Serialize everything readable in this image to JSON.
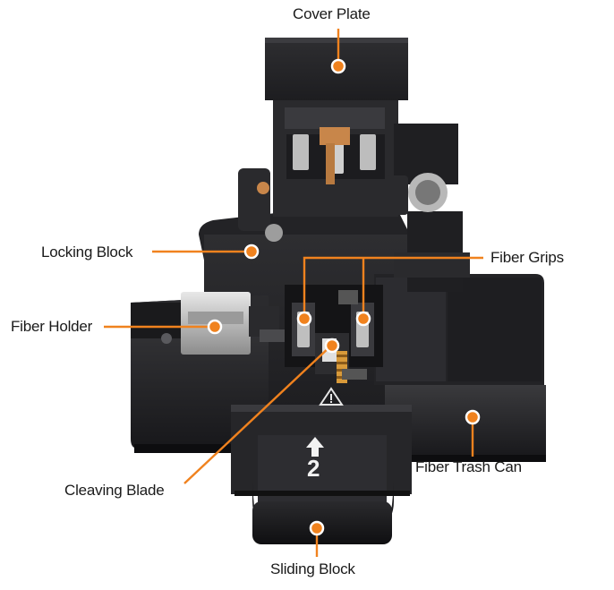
{
  "labels": {
    "cover_plate": "Cover Plate",
    "locking_block": "Locking Block",
    "fiber_grips": "Fiber Grips",
    "fiber_holder": "Fiber Holder",
    "cleaving_blade": "Cleaving Blade",
    "fiber_trash_can": "Fiber Trash Can",
    "sliding_block": "Sliding Block"
  },
  "device": {
    "slide_step_number": "2",
    "warning_icon": "warning-triangle-icon",
    "arrow_icon": "arrow-up-icon"
  },
  "colors": {
    "callout": "#f0821e",
    "body": "#1c1c1e",
    "highlight": "#3a3a3d",
    "background": "#ffffff",
    "label_text": "#1a1a1a"
  }
}
